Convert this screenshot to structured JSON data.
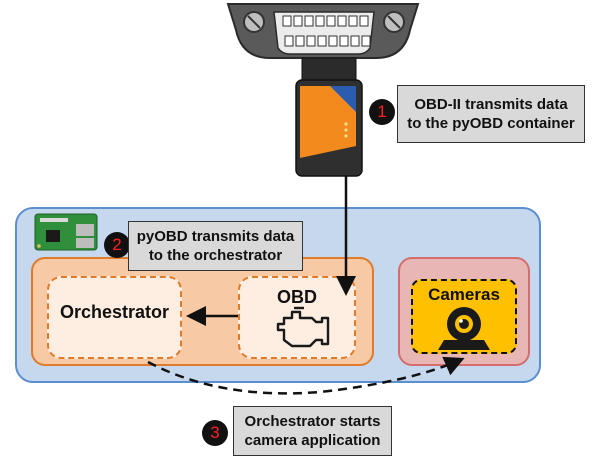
{
  "boxes": {
    "orchestrator_label": "Orchestrator",
    "obd_label": "OBD",
    "cameras_label": "Cameras"
  },
  "steps": [
    {
      "number": "1",
      "lines": [
        "OBD-II transmits data",
        "to the pyOBD container"
      ]
    },
    {
      "number": "2",
      "lines": [
        "pyOBD transmits data",
        "to the orchestrator"
      ]
    },
    {
      "number": "3",
      "lines": [
        "Orchestrator starts",
        "camera application"
      ]
    }
  ],
  "icons": {
    "connector": "obd-ii-port-icon",
    "dongle": "elm327-adapter-icon",
    "board": "raspberry-pi-icon",
    "engine": "engine-icon",
    "camera": "webcam-icon"
  },
  "colors": {
    "rpi_fill": "#c5d8ee",
    "rpi_border": "#5b8fd0",
    "pyobd_fill": "#f7c9a4",
    "pyobd_border": "#e07b2a",
    "camera_container_fill": "#e9b6b6",
    "camera_fill": "#ffc000",
    "step_number_color": "#ff2020",
    "callout_fill": "#d9d9d9"
  }
}
